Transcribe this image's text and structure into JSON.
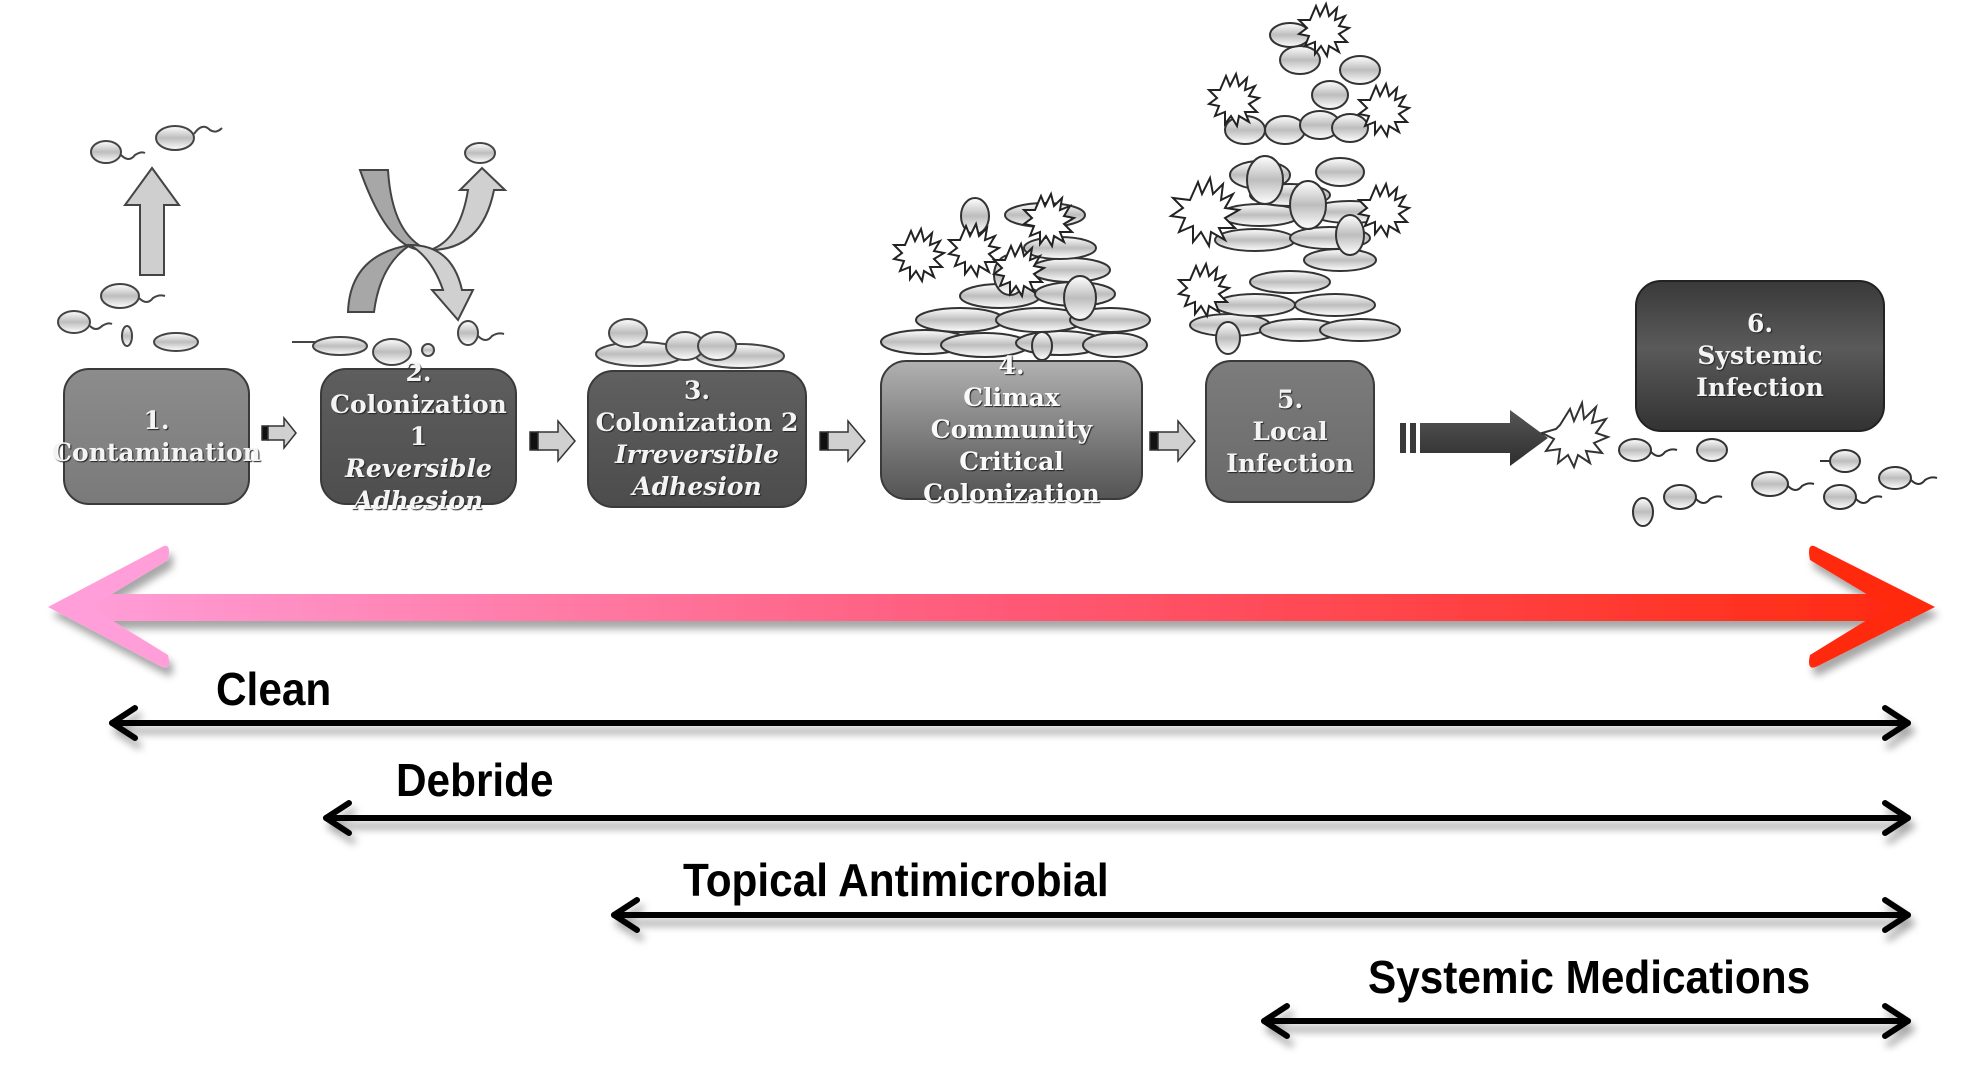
{
  "stages": [
    {
      "number": "1.",
      "lines": [
        "Contamination"
      ],
      "italic_lines": []
    },
    {
      "number": "2.",
      "lines": [
        "Colonization 1"
      ],
      "italic_lines": [
        "Reversible",
        "Adhesion"
      ]
    },
    {
      "number": "3.",
      "lines": [
        "Colonization 2"
      ],
      "italic_lines": [
        "Irreversible",
        "Adhesion"
      ]
    },
    {
      "number": "4.",
      "lines": [
        "Climax",
        "Community",
        "Critical Colonization"
      ],
      "italic_lines": []
    },
    {
      "number": "5.",
      "lines": [
        "Local",
        "Infection"
      ],
      "italic_lines": []
    },
    {
      "number": "6.",
      "lines": [
        "Systemic Infection"
      ],
      "italic_lines": []
    }
  ],
  "severity_arrow": {
    "start_color": "#ff9ed8",
    "end_color": "#ff2a10"
  },
  "treatments": [
    {
      "label": "Clean",
      "spans_from_stage": 1,
      "spans_to_stage": 6
    },
    {
      "label": "Debride",
      "spans_from_stage": 2,
      "spans_to_stage": 6
    },
    {
      "label": "Topical Antimicrobial",
      "spans_from_stage": 3,
      "spans_to_stage": 6
    },
    {
      "label": "Systemic Medications",
      "spans_from_stage": 5,
      "spans_to_stage": 6
    }
  ]
}
